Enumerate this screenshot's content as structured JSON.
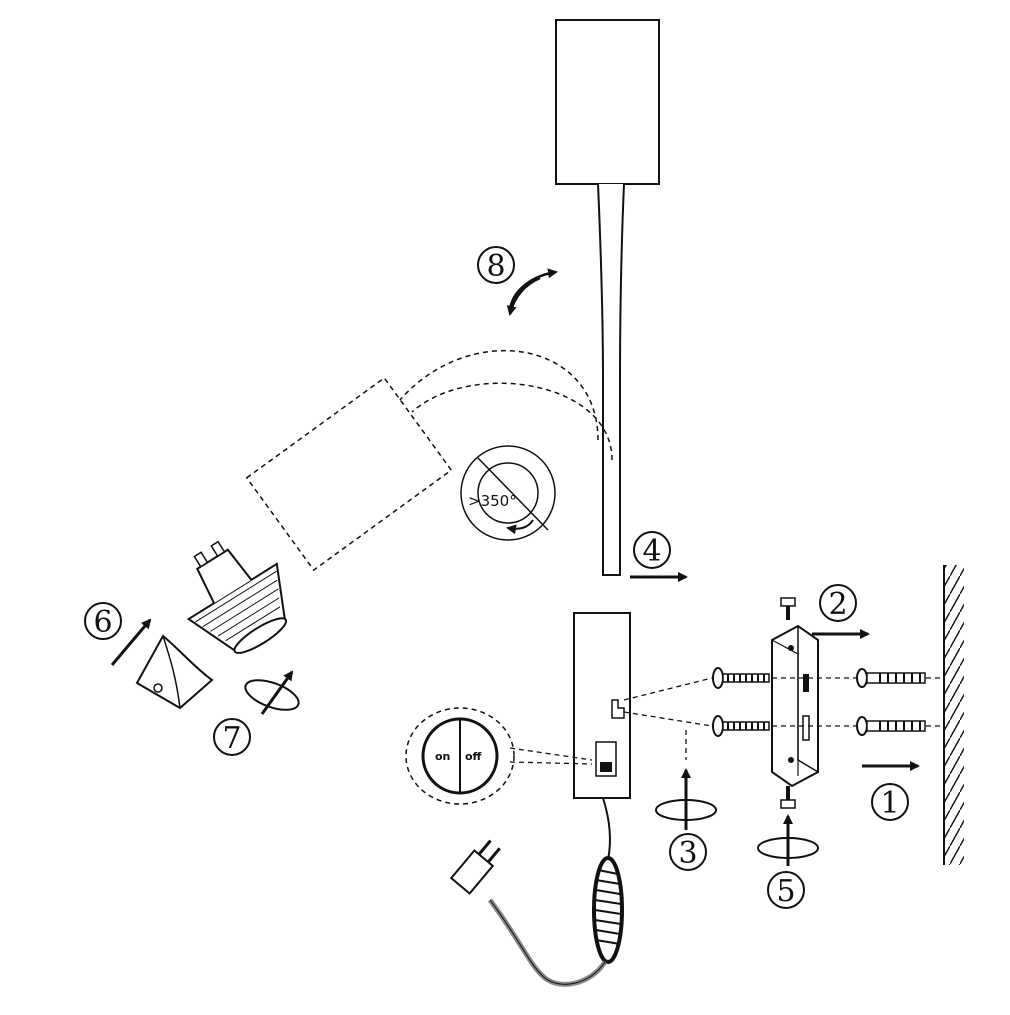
{
  "steps": {
    "s1": "1",
    "s2": "2",
    "s3": "3",
    "s4": "4",
    "s5": "5",
    "s6": "6",
    "s7": "7",
    "s8": "8"
  },
  "rotation_label": ">350°",
  "switch": {
    "on": "on",
    "off": "off"
  },
  "colors": {
    "line": "#111111",
    "background": "#ffffff",
    "cable": "#888888"
  }
}
